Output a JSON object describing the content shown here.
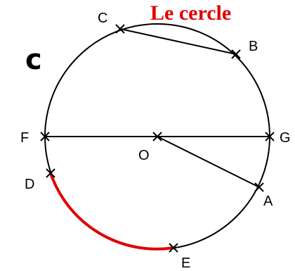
{
  "title": "Le cercle",
  "circle_name": "c",
  "points": {
    "A": "A",
    "B": "B",
    "C": "C",
    "D": "D",
    "E": "E",
    "F": "F",
    "G": "G",
    "O": "O"
  },
  "colors": {
    "title": "#e00000",
    "arc": "#e00000",
    "stroke": "#000000"
  }
}
